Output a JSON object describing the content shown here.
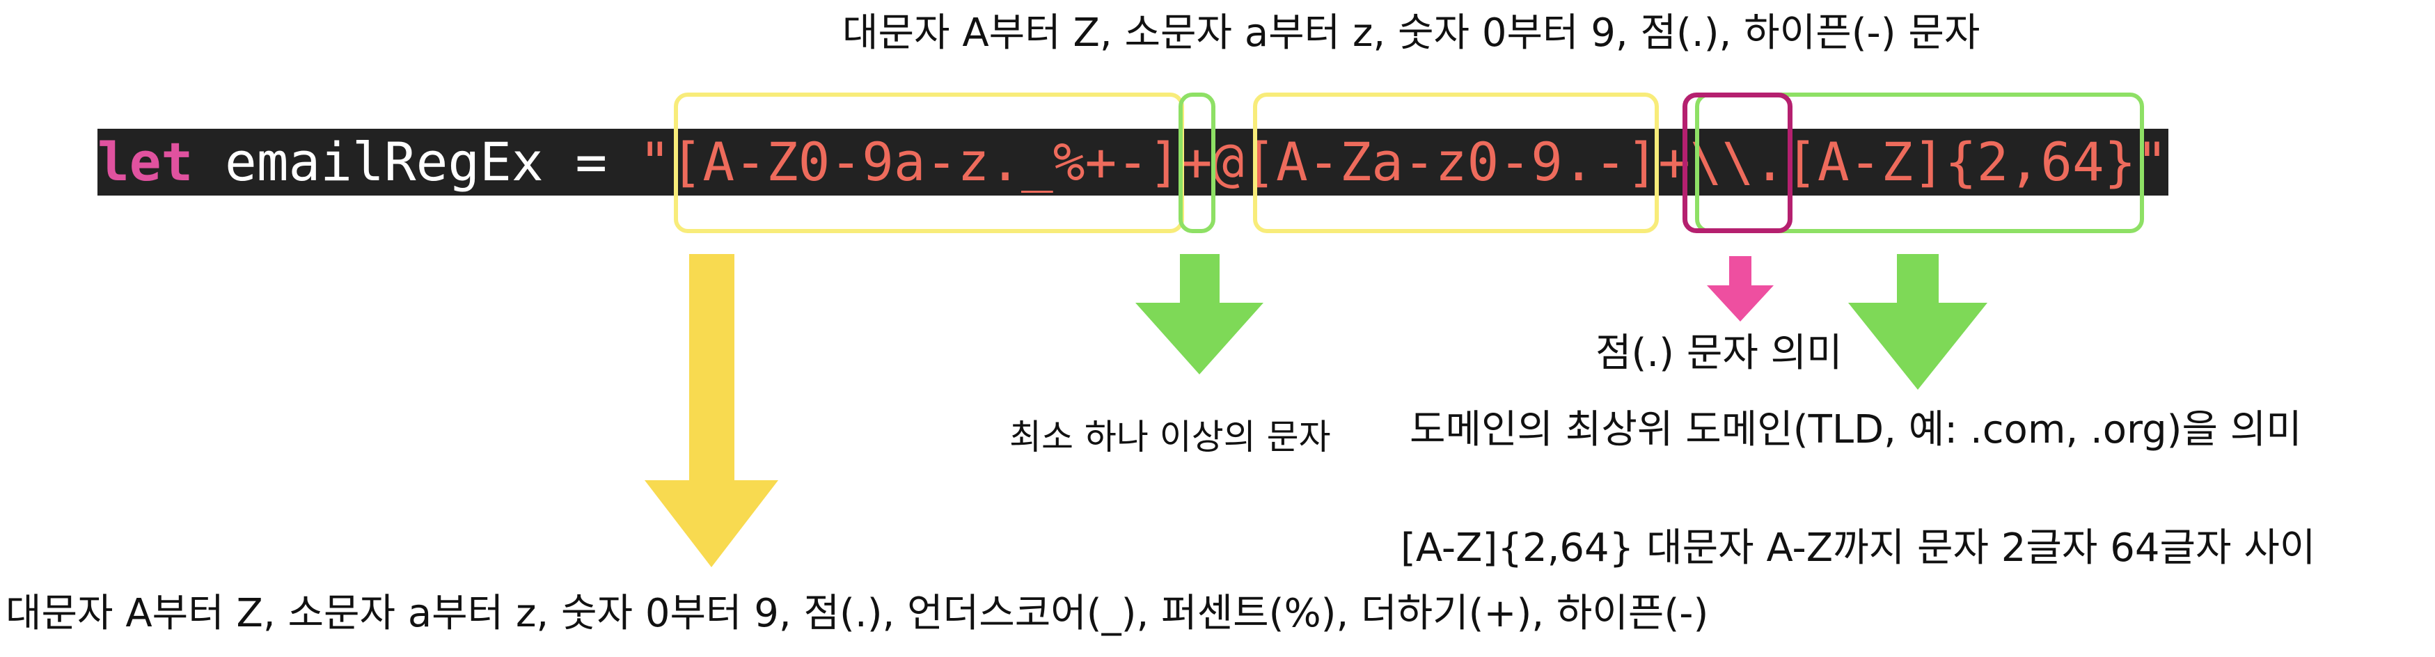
{
  "code": {
    "keyword": "let",
    "identifier": " emailRegEx = ",
    "quote_open": "\"",
    "group_local": "[A-Z0-9a-z._%+-]",
    "plus1": "+",
    "at": "@",
    "group_domain": "[A-Za-z0-9.-]",
    "plus2": "+",
    "escaped_dot": "\\\\.",
    "group_tld": "[A-Z]{2,64}",
    "quote_close": "\""
  },
  "annotations": {
    "top": "대문자 A부터 Z, 소문자 a부터 z, 숫자 0부터 9, 점(.), 하이픈(-) 문자",
    "dot_meaning": "점(.) 문자 의미",
    "at_least_one": "최소 하나 이상의 문자",
    "tld_meaning": "도메인의 최상위 도메인(TLD, 예: .com, .org)을 의미",
    "length_range": "[A-Z]{2,64} 대문자 A-Z까지 문자 2글자 64글자 사이",
    "bottom": "대문자 A부터 Z, 소문자 a부터 z, 숫자 0부터 9, 점(.), 언더스코어(_), 퍼센트(%), 더하기(+), 하이픈(-)"
  },
  "colors": {
    "code_background": "#222222",
    "keyword": "#e0529f",
    "identifier": "#ffffff",
    "string": "#ee6b5c",
    "yellow": "#f8ec7a",
    "yellow_arrow": "#f8da50",
    "green": "#8ee065",
    "green_arrow": "#7ed957",
    "magenta": "#b5206f",
    "pink_arrow": "#ee4fa0"
  }
}
